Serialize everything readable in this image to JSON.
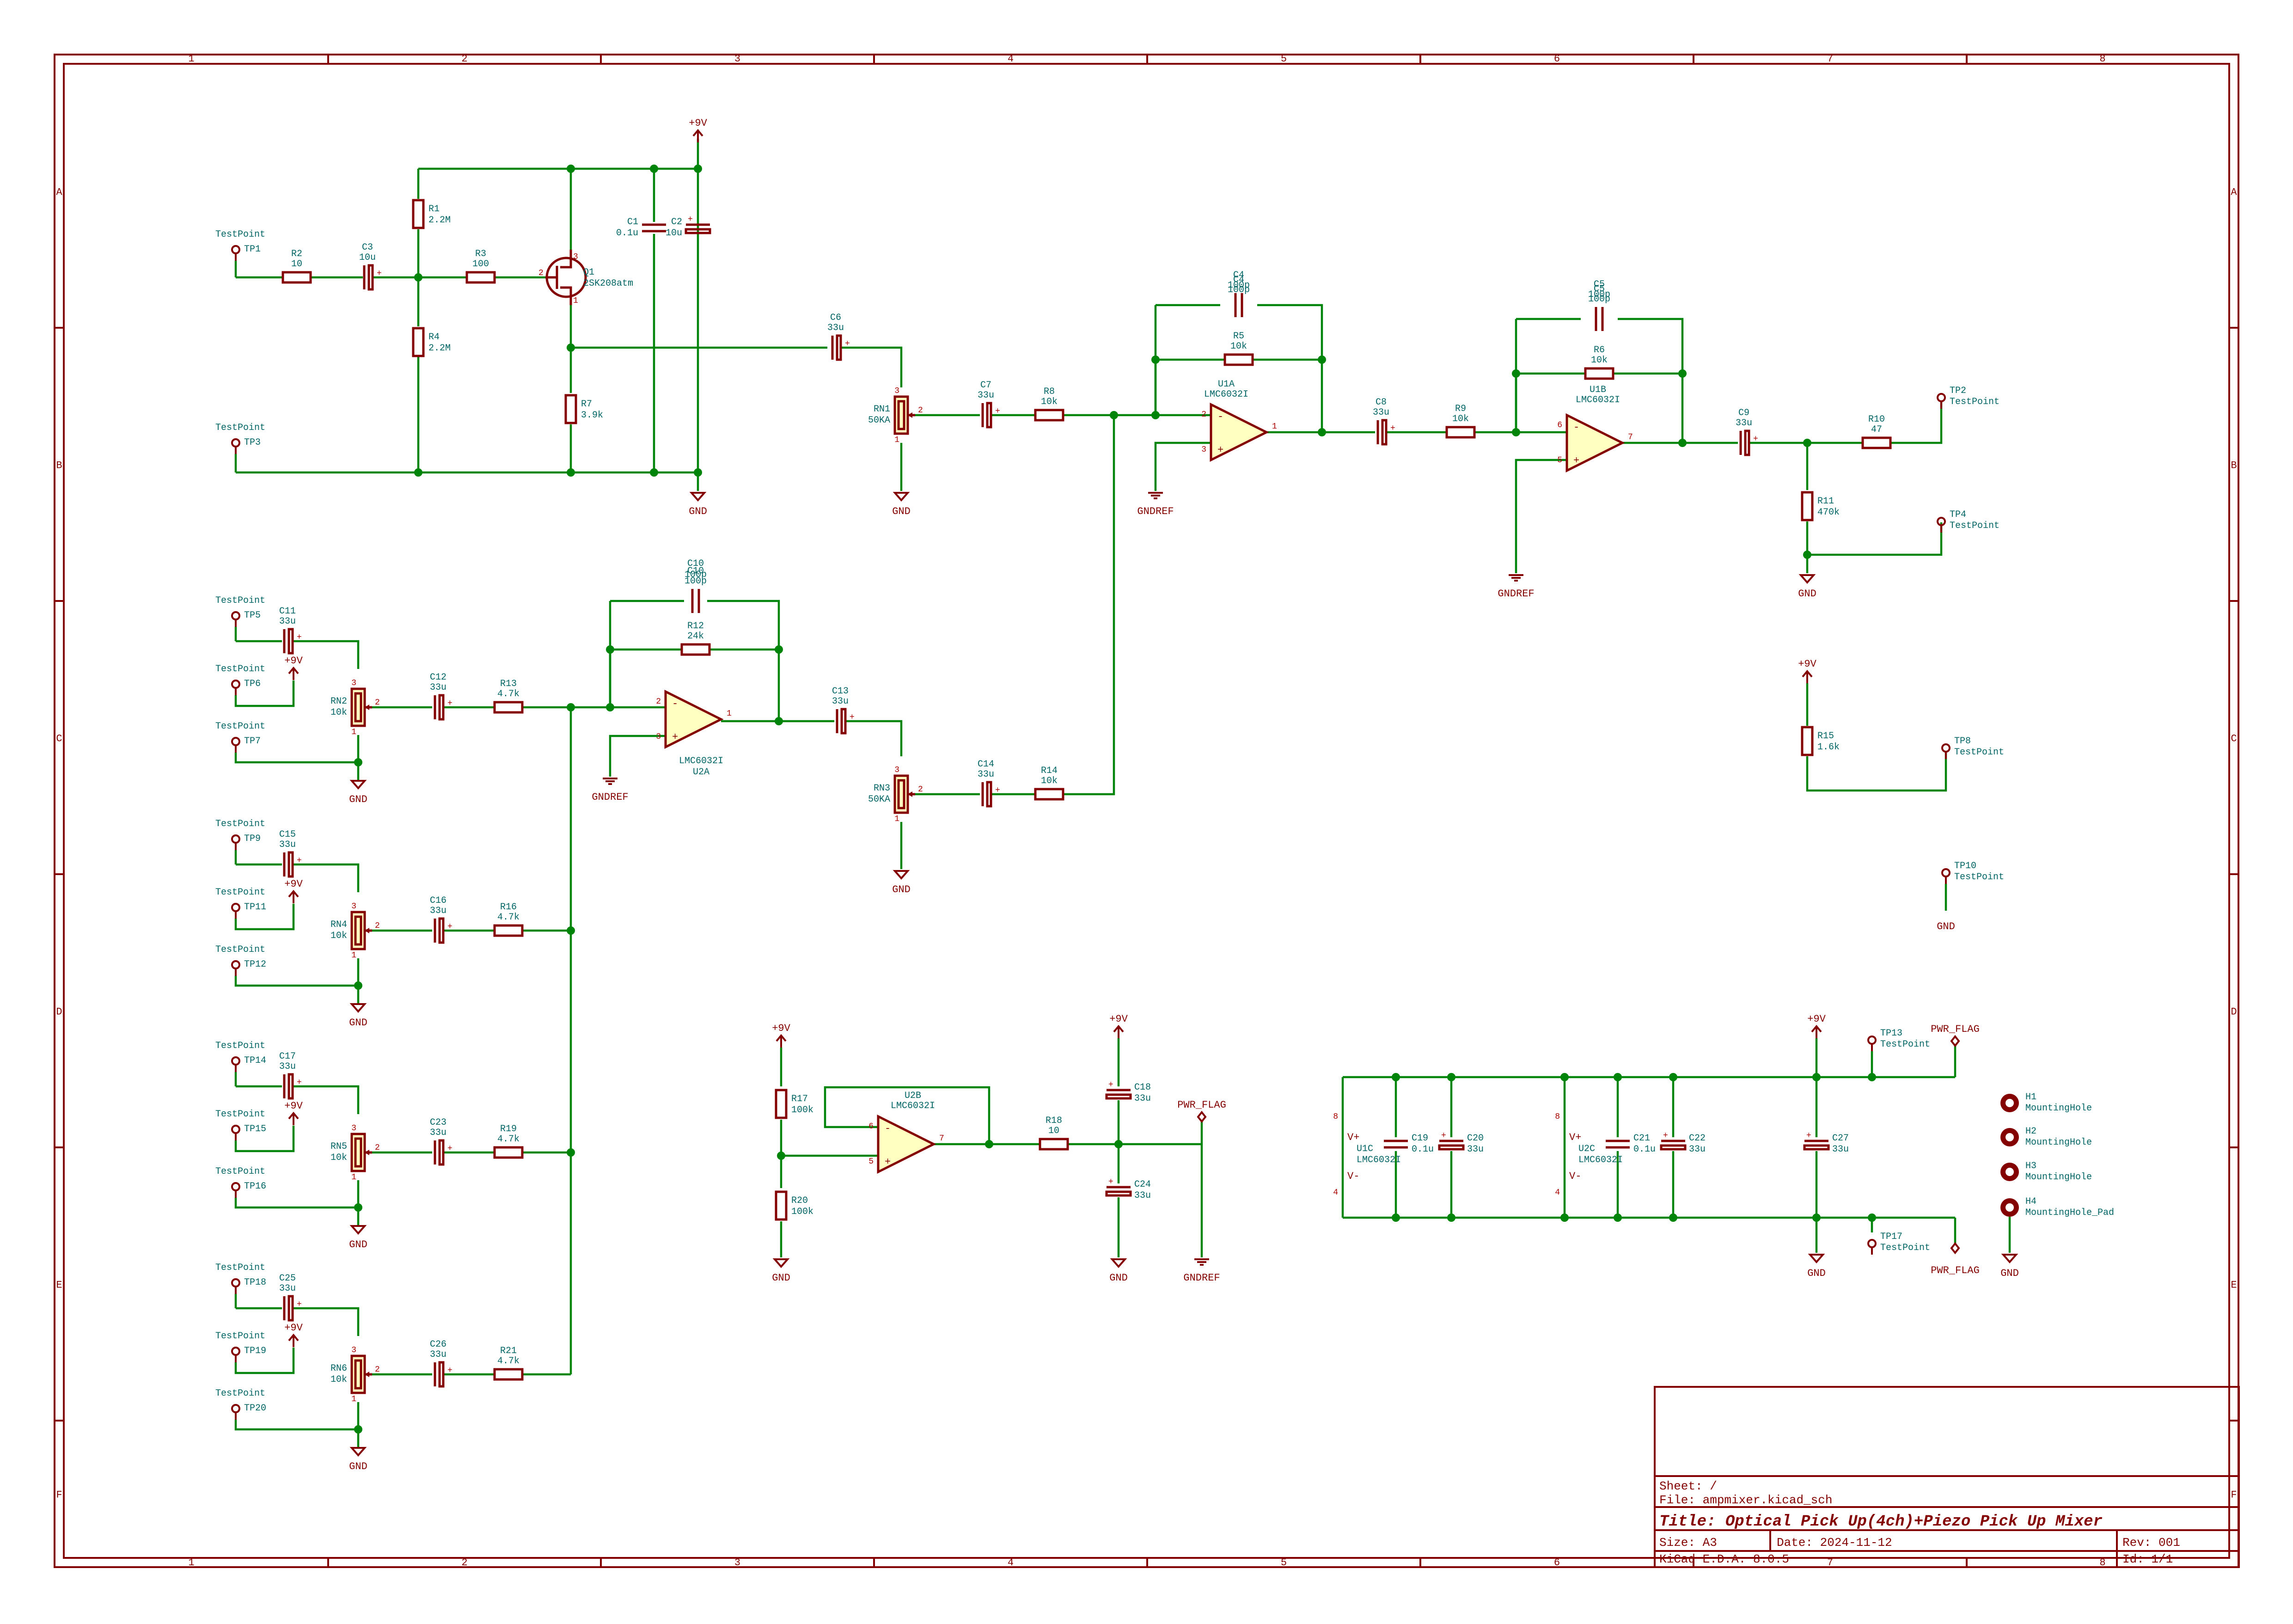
{
  "sheet": {
    "col_labels": [
      "1",
      "2",
      "3",
      "4",
      "5",
      "6",
      "7",
      "8"
    ],
    "row_labels": [
      "A",
      "B",
      "C",
      "D",
      "E",
      "F"
    ]
  },
  "colors": {
    "wire": "#00840a",
    "symbol": "#840000",
    "text": "#006464",
    "fill": "#ffffc2"
  },
  "title_block": {
    "sheet": "Sheet: /",
    "file": "File: ampmixer.kicad_sch",
    "title": "Title: Optical Pick Up(4ch)+Piezo Pick Up Mixer",
    "size": "Size: A3",
    "date": "Date: 2024-11-12",
    "rev": "Rev: 001",
    "tool": "KiCad E.D.A. 8.0.5",
    "id": "Id: 1/1"
  },
  "nets": {
    "vcc": "+9V",
    "gnd": "GND",
    "gndref": "GNDREF",
    "pwrflag": "PWR_FLAG",
    "testpoint": "TestPoint",
    "mh": "MountingHole",
    "mhpad": "MountingHole_Pad"
  },
  "components": {
    "R1": {
      "ref": "R1",
      "val": "2.2M"
    },
    "R2": {
      "ref": "R2",
      "val": "10"
    },
    "R3": {
      "ref": "R3",
      "val": "100"
    },
    "R4": {
      "ref": "R4",
      "val": "2.2M"
    },
    "R5": {
      "ref": "R5",
      "val": "10k"
    },
    "R6": {
      "ref": "R6",
      "val": "10k"
    },
    "R7": {
      "ref": "R7",
      "val": "3.9k"
    },
    "R8": {
      "ref": "R8",
      "val": "10k"
    },
    "R9": {
      "ref": "R9",
      "val": "10k"
    },
    "R10": {
      "ref": "R10",
      "val": "47"
    },
    "R11": {
      "ref": "R11",
      "val": "470k"
    },
    "R12": {
      "ref": "R12",
      "val": "24k"
    },
    "R13": {
      "ref": "R13",
      "val": "4.7k"
    },
    "R14": {
      "ref": "R14",
      "val": "10k"
    },
    "R15": {
      "ref": "R15",
      "val": "1.6k"
    },
    "R16": {
      "ref": "R16",
      "val": "4.7k"
    },
    "R17": {
      "ref": "R17",
      "val": "100k"
    },
    "R18": {
      "ref": "R18",
      "val": "10"
    },
    "R19": {
      "ref": "R19",
      "val": "4.7k"
    },
    "R20": {
      "ref": "R20",
      "val": "100k"
    },
    "R21": {
      "ref": "R21",
      "val": "4.7k"
    },
    "C1": {
      "ref": "C1",
      "val": "0.1u"
    },
    "C2": {
      "ref": "C2",
      "val": "10u"
    },
    "C3": {
      "ref": "C3",
      "val": "10u"
    },
    "C4": {
      "ref": "C4",
      "val": "100p"
    },
    "C5": {
      "ref": "C5",
      "val": "100p"
    },
    "C6": {
      "ref": "C6",
      "val": "33u"
    },
    "C7": {
      "ref": "C7",
      "val": "33u"
    },
    "C8": {
      "ref": "C8",
      "val": "33u"
    },
    "C9": {
      "ref": "C9",
      "val": "33u"
    },
    "C10": {
      "ref": "C10",
      "val": "100p"
    },
    "C11": {
      "ref": "C11",
      "val": "33u"
    },
    "C12": {
      "ref": "C12",
      "val": "33u"
    },
    "C13": {
      "ref": "C13",
      "val": "33u"
    },
    "C14": {
      "ref": "C14",
      "val": "33u"
    },
    "C15": {
      "ref": "C15",
      "val": "33u"
    },
    "C16": {
      "ref": "C16",
      "val": "33u"
    },
    "C17": {
      "ref": "C17",
      "val": "33u"
    },
    "C18": {
      "ref": "C18",
      "val": "33u"
    },
    "C19": {
      "ref": "C19",
      "val": "0.1u"
    },
    "C20": {
      "ref": "C20",
      "val": "33u"
    },
    "C21": {
      "ref": "C21",
      "val": "0.1u"
    },
    "C22": {
      "ref": "C22",
      "val": "33u"
    },
    "C23": {
      "ref": "C23",
      "val": "33u"
    },
    "C24": {
      "ref": "C24",
      "val": "33u"
    },
    "C25": {
      "ref": "C25",
      "val": "33u"
    },
    "C26": {
      "ref": "C26",
      "val": "33u"
    },
    "C27": {
      "ref": "C27",
      "val": "33u"
    },
    "Q1": {
      "ref": "Q1",
      "val": "2SK208atm"
    },
    "U1A": {
      "ref": "U1A",
      "val": "LMC6032I"
    },
    "U1B": {
      "ref": "U1B",
      "val": "LMC6032I"
    },
    "U1C": {
      "ref": "U1C",
      "val": "LMC6032I"
    },
    "U2A": {
      "ref": "U2A",
      "val": "LMC6032I"
    },
    "U2B": {
      "ref": "U2B",
      "val": "LMC6032I"
    },
    "U2C": {
      "ref": "U2C",
      "val": "LMC6032I"
    },
    "RN1": {
      "ref": "RN1",
      "val": "50KA"
    },
    "RN2": {
      "ref": "RN2",
      "val": "10k"
    },
    "RN3": {
      "ref": "RN3",
      "val": "50KA"
    },
    "RN4": {
      "ref": "RN4",
      "val": "10k"
    },
    "RN5": {
      "ref": "RN5",
      "val": "10k"
    },
    "RN6": {
      "ref": "RN6",
      "val": "10k"
    },
    "H1": {
      "ref": "H1"
    },
    "H2": {
      "ref": "H2"
    },
    "H3": {
      "ref": "H3"
    },
    "H4": {
      "ref": "H4"
    },
    "TP1": {
      "ref": "TP1"
    },
    "TP2": {
      "ref": "TP2"
    },
    "TP3": {
      "ref": "TP3"
    },
    "TP4": {
      "ref": "TP4"
    },
    "TP5": {
      "ref": "TP5"
    },
    "TP6": {
      "ref": "TP6"
    },
    "TP7": {
      "ref": "TP7"
    },
    "TP8": {
      "ref": "TP8"
    },
    "TP9": {
      "ref": "TP9"
    },
    "TP10": {
      "ref": "TP10"
    },
    "TP11": {
      "ref": "TP11"
    },
    "TP12": {
      "ref": "TP12"
    },
    "TP13": {
      "ref": "TP13"
    },
    "TP14": {
      "ref": "TP14"
    },
    "TP15": {
      "ref": "TP15"
    },
    "TP16": {
      "ref": "TP16"
    },
    "TP17": {
      "ref": "TP17"
    },
    "TP18": {
      "ref": "TP18"
    },
    "TP19": {
      "ref": "TP19"
    },
    "TP20": {
      "ref": "TP20"
    }
  }
}
